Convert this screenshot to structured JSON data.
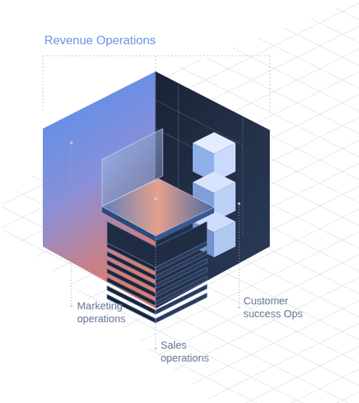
{
  "diagram": {
    "title": "Revenue Operations",
    "labels": [
      "Marketing operations",
      "Sales operations",
      "Customer success Ops"
    ]
  }
}
